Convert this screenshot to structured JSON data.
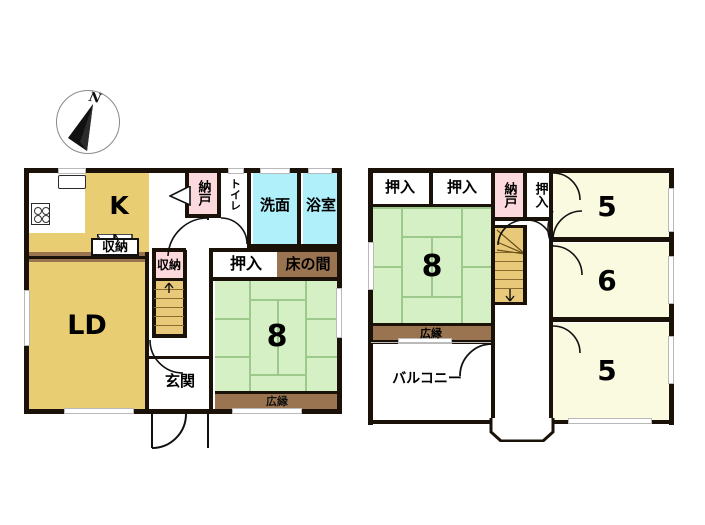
{
  "compass": {
    "label": "N",
    "name": "north-arrow"
  },
  "floor1": {
    "name": "first-floor-plan",
    "rooms": [
      {
        "key": "ld",
        "label": "LD",
        "type": "living-dining"
      },
      {
        "key": "kitchen",
        "label": "K",
        "type": "kitchen"
      },
      {
        "key": "nando1",
        "label": "納戸",
        "type": "storage"
      },
      {
        "key": "toilet",
        "label": "トイレ",
        "type": "toilet"
      },
      {
        "key": "senmen",
        "label": "洗面",
        "type": "washroom"
      },
      {
        "key": "yokushitsu",
        "label": "浴室",
        "type": "bathroom"
      },
      {
        "key": "shunou_k",
        "label": "収納",
        "type": "closet"
      },
      {
        "key": "shunou_s",
        "label": "収納",
        "type": "closet"
      },
      {
        "key": "oshiire1",
        "label": "押入",
        "type": "closet"
      },
      {
        "key": "tokonoma",
        "label": "床の間",
        "type": "alcove"
      },
      {
        "key": "washitsu",
        "label": "8",
        "type": "tatami-room"
      },
      {
        "key": "hiroen1",
        "label": "広縁",
        "type": "veranda"
      },
      {
        "key": "genkan",
        "label": "玄関",
        "type": "entrance"
      }
    ]
  },
  "floor2": {
    "name": "second-floor-plan",
    "rooms": [
      {
        "key": "oshiire_a",
        "label": "押入",
        "type": "closet"
      },
      {
        "key": "oshiire_b",
        "label": "押入",
        "type": "closet"
      },
      {
        "key": "nando2",
        "label": "納戸",
        "type": "storage"
      },
      {
        "key": "oshiire_c",
        "label": "押入",
        "type": "closet"
      },
      {
        "key": "washitsu8",
        "label": "8",
        "type": "tatami-room"
      },
      {
        "key": "hiroen2",
        "label": "広縁",
        "type": "veranda"
      },
      {
        "key": "balcony",
        "label": "バルコニー",
        "type": "balcony"
      },
      {
        "key": "room5a",
        "label": "5",
        "type": "bedroom"
      },
      {
        "key": "room6",
        "label": "6",
        "type": "bedroom"
      },
      {
        "key": "room5b",
        "label": "5",
        "type": "bedroom"
      }
    ]
  },
  "colors": {
    "living_dining": "#e8cd72",
    "tatami": "#d6f0c6",
    "water": "#aff0fb",
    "storage": "#fbd9dd",
    "veranda": "#9a7450",
    "bedroom": "#fafae1",
    "stairs": "#e8c97a",
    "wall": "#1a1208"
  }
}
